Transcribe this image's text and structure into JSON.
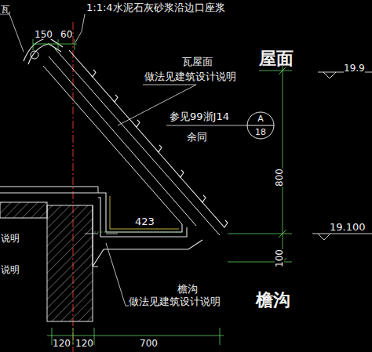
{
  "diagram": {
    "nodes": [
      {
        "text": [
          "A",
          "18"
        ]
      }
    ],
    "labels": [
      "1:1:4水泥石灰砂浆沿边口座浆",
      "瓦",
      "150",
      "60",
      "瓦屋面",
      "做法见建筑设计说明",
      "屋面",
      "19.9",
      "参见99浙J14",
      "余同",
      "800",
      "19.100",
      "100",
      "423",
      "说明",
      "说明",
      "檐沟",
      "做法见建筑设计说明",
      "檐沟",
      "120",
      "120",
      "700"
    ]
  }
}
